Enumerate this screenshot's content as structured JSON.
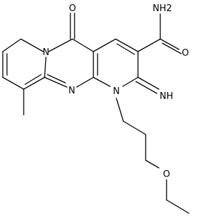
{
  "molecule": {
    "atom_labels": {
      "amide_nh2": "NH2",
      "amide_o": "O",
      "carbonyl_o": "O",
      "ring_n_pyrido": "N",
      "ring_n_pyrimidine": "N",
      "ring_n_substituted": "N",
      "imine": "NH",
      "ether_o": "O"
    },
    "subscripts": {
      "amide_nh2": "2"
    }
  }
}
